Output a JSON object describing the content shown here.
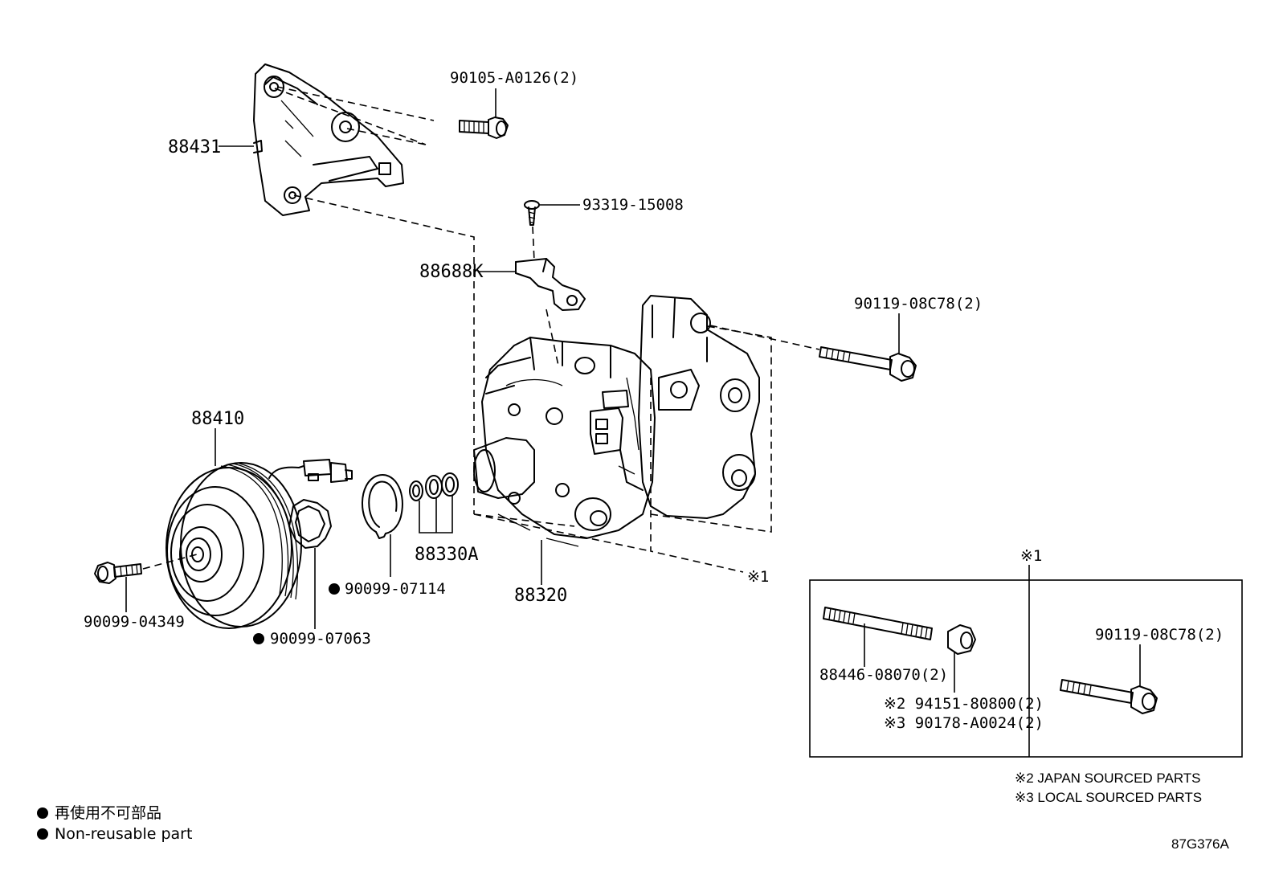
{
  "labels": {
    "p88431": "88431",
    "p90105": "90105-A0126(2)",
    "p93319": "93319-15008",
    "p88688k": "88688K",
    "p90119_main": "90119-08C78(2)",
    "p88410": "88410",
    "p88330a": "88330A",
    "p90099_07114": "90099-07114",
    "p88320": "88320",
    "p90099_04349": "90099-04349",
    "p90099_07063": "90099-07063",
    "ref1_main": "※1",
    "ref1_box": "※1"
  },
  "detail_box": {
    "stud": "88446-08070(2)",
    "nut_japan": "※2 94151-80800(2)",
    "nut_local": "※3 90178-A0024(2)",
    "bolt": "90119-08C78(2)"
  },
  "notes": {
    "japan": "※2 JAPAN SOURCED PARTS",
    "local": "※3 LOCAL SOURCED PARTS"
  },
  "legend": {
    "jp": "再使用不可部品",
    "en": "Non-reusable part"
  },
  "diagram_code": "87G376A",
  "icons": {
    "non_reusable_mark": "filled-black-circle"
  }
}
